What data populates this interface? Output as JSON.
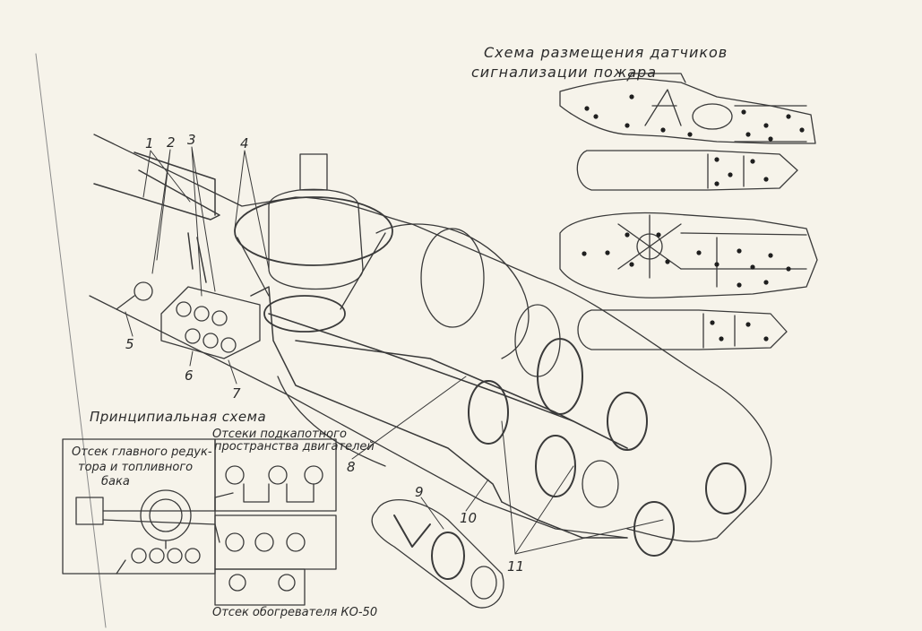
{
  "header": {
    "title_line1": "Схема размещения датчиков",
    "title_line2": "сигнализации пожара"
  },
  "schematic": {
    "title": "Принципиальная схема",
    "gearbox_line1": "Отсек главного редук-",
    "gearbox_line2": "тора и топливного",
    "gearbox_line3": "бака",
    "engine_line1": "Отсеки подкапотного",
    "engine_line2": "пространства двигателей",
    "heater": "Отсек обогревателя КО-50"
  },
  "callouts": [
    "1",
    "2",
    "3",
    "4",
    "5",
    "6",
    "7",
    "8",
    "9",
    "10",
    "11"
  ],
  "colors": {
    "paper": "#f6f3ea",
    "ink": "#2a2a2a",
    "sensor_dot": "#1f1f1f"
  }
}
